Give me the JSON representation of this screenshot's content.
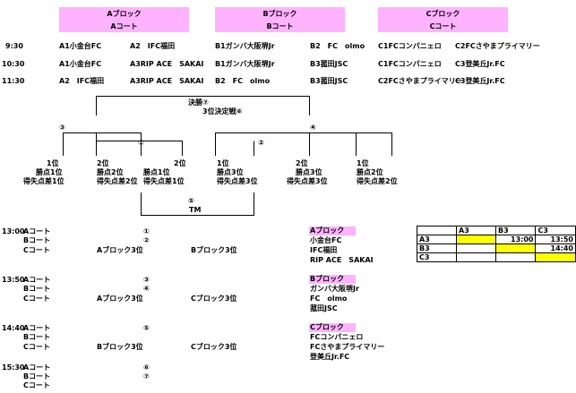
{
  "blocks": [
    {
      "name": "Aブロック",
      "court": "Aコート"
    },
    {
      "name": "Bブロック",
      "court": "Bコート"
    },
    {
      "name": "Cブロック",
      "court": "Cコート"
    }
  ],
  "schedule": [
    {
      "time": "9:30",
      "a": [
        "A1小金台FC",
        "A2　IFC福田"
      ],
      "b": [
        "B1ガンバ大阪堺Jr",
        "B2　FC　olmo"
      ],
      "c": [
        "C1FCコンパニェロ",
        "C2FCさやまプライマリー"
      ]
    },
    {
      "time": "10:30",
      "a": [
        "A1小金台FC",
        "A3RIP ACE　SAKAI"
      ],
      "b": [
        "B1ガンバ大阪堺Jr",
        "B3菰田JSC"
      ],
      "c": [
        "C1FCコンパニェロ",
        "C3登美丘Jr.FC"
      ]
    },
    {
      "time": "11:30",
      "a": [
        "A2　IFC福田",
        "A3RIP ACE　SAKAI"
      ],
      "b": [
        "B2　FC　olmo",
        "B3菰田JSC"
      ],
      "c": [
        "C2FCさやまプライマリー",
        "C3登美丘Jr.FC"
      ]
    }
  ],
  "bracket": {
    "final": "決勝⑦",
    "third": "3位決定戦⑥",
    "m1": "①",
    "m2": "②",
    "m3": "③",
    "m4": "④",
    "m5": "⑤",
    "tm": "TM",
    "slots": [
      [
        "1位",
        "勝点1位",
        "得失点差1位"
      ],
      [
        "2位",
        "勝点2位",
        "得失点差2位"
      ],
      [
        "2位",
        "勝点1位",
        "得失点差1位"
      ],
      [
        "1位",
        "勝点3位",
        "得失点差3位"
      ],
      [
        "2位",
        "勝点3位",
        "得失点差3位"
      ],
      [
        "1位",
        "勝点2位",
        "得失点差2位"
      ]
    ]
  },
  "afternoon": [
    {
      "time": "13:00",
      "rows": [
        [
          "Aコート",
          "①",
          "",
          ""
        ],
        [
          "Bコート",
          "②",
          "",
          ""
        ],
        [
          "Cコート",
          "",
          "Aブロック3位",
          "Bブロック3位"
        ]
      ]
    },
    {
      "time": "13:50",
      "rows": [
        [
          "Aコート",
          "③",
          "",
          ""
        ],
        [
          "Bコート",
          "④",
          "",
          ""
        ],
        [
          "Cコート",
          "",
          "Aブロック3位",
          "Cブロック3位"
        ]
      ]
    },
    {
      "time": "14:40",
      "rows": [
        [
          "Aコート",
          "⑤",
          "",
          ""
        ],
        [
          "Bコート",
          "",
          "",
          ""
        ],
        [
          "Cコート",
          "",
          "Bブロック3位",
          "Cブロック3位"
        ]
      ]
    },
    {
      "time": "15:30",
      "rows": [
        [
          "Aコート",
          "⑥",
          "",
          ""
        ],
        [
          "Bコート",
          "⑦",
          "",
          ""
        ],
        [
          "Cコート",
          "",
          "",
          ""
        ]
      ]
    }
  ],
  "rosters": [
    {
      "title": "Aブロック",
      "teams": [
        "小金台FC",
        "IFC福田",
        "RIP ACE　SAKAI"
      ]
    },
    {
      "title": "Bブロック",
      "teams": [
        "ガンバ大阪堺Jr",
        "FC　olmo",
        "菰田JSC"
      ]
    },
    {
      "title": "Cブロック",
      "teams": [
        "FCコンパニェロ",
        "FCさやまプライマリー",
        "登美丘Jr.FC"
      ]
    }
  ],
  "third_place_table": {
    "headers": [
      "",
      "A3",
      "B3",
      "C3"
    ],
    "rows": [
      [
        "A3",
        "",
        "13:00",
        "13:50"
      ],
      [
        "B3",
        "",
        "",
        "14:40"
      ],
      [
        "C3",
        "",
        "",
        ""
      ]
    ]
  },
  "colors": {
    "header": "#ffb3ff",
    "highlight": "#ffff00"
  }
}
